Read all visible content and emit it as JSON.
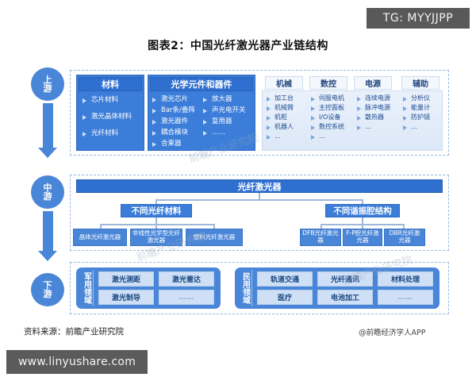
{
  "badges": {
    "tg": "TG: MYYJJPP",
    "site": "www.linyushare.com"
  },
  "title": "图表2：中国光纤激光器产业链结构",
  "footer": {
    "source": "资料来源：前瞻产业研究院",
    "attribution": "@前瞻经济学人APP",
    "watermark": "前瞻产业研究院"
  },
  "stages": {
    "upstream": {
      "line1": "上",
      "line2": "游"
    },
    "midstream": {
      "line1": "中",
      "line2": "游"
    },
    "downstream": {
      "line1": "下",
      "line2": "游"
    }
  },
  "upstream": {
    "dark_groups": [
      {
        "header": "材料",
        "columns": [
          [
            "芯片材料",
            "激光晶体材料",
            "光纤材料"
          ]
        ]
      },
      {
        "header": "光学元件和器件",
        "columns": [
          [
            "激光芯片",
            "Bar条/叠阵",
            "激光器件",
            "耦合模块",
            "合束器"
          ],
          [
            "放大器",
            "声光电开关",
            "复用器",
            "……"
          ]
        ]
      }
    ],
    "light_groups": [
      {
        "header": "机械",
        "items": [
          "加工台",
          "机械臂",
          "机柜",
          "机器人",
          "…"
        ]
      },
      {
        "header": "数控",
        "items": [
          "伺服电机",
          "主控面板",
          "I/O设备",
          "数控系统",
          "…"
        ]
      },
      {
        "header": "电源",
        "items": [
          "连续电源",
          "脉冲电源",
          "散热器",
          "…"
        ]
      },
      {
        "header": "辅助",
        "items": [
          "分析仪",
          "能量计",
          "防护镜",
          "…"
        ]
      }
    ]
  },
  "midstream": {
    "root": "光纤激光器",
    "branches": [
      {
        "label": "不同光纤材料",
        "leaves": [
          "晶体光纤激光器",
          "非线性光学型光纤激光器",
          "塑料光纤激光器"
        ]
      },
      {
        "label": "不同谐振腔结构",
        "leaves": [
          "DFB光纤激光器",
          "F-P腔光纤激光器",
          "DBR光纤激光器"
        ]
      }
    ]
  },
  "downstream": {
    "groups": [
      {
        "label": "军用领域",
        "apps": [
          "激光测距",
          "激光雷达",
          "激光制导",
          "……"
        ]
      },
      {
        "label": "民用领域",
        "apps": [
          "轨道交通",
          "光纤通讯",
          "材料处理",
          "医疗",
          "电池加工",
          "……"
        ]
      }
    ]
  }
}
